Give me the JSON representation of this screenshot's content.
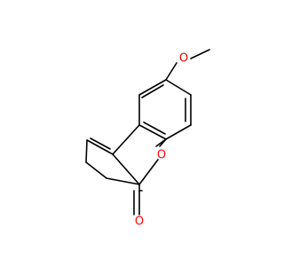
{
  "molecule": {
    "atoms": {
      "o_methoxy": {
        "label": "O",
        "color": "#ff0000"
      },
      "o_ring": {
        "label": "O",
        "color": "#ff0000"
      },
      "o_carbonyl": {
        "label": "O",
        "color": "#ff0000"
      }
    },
    "bond_color": "#000000",
    "background": "#ffffff"
  }
}
